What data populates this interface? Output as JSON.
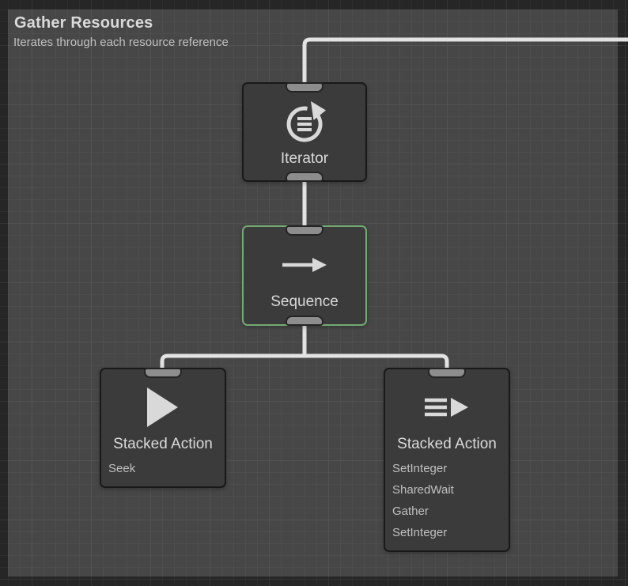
{
  "header": {
    "title": "Gather Resources",
    "subtitle": "Iterates through each resource reference"
  },
  "nodes": {
    "iterator": {
      "label": "Iterator",
      "icon": "loop-icon"
    },
    "sequence": {
      "label": "Sequence",
      "icon": "arrow-right-icon",
      "selected": true
    },
    "stacked_action_left": {
      "label": "Stacked Action",
      "icon": "play-icon",
      "items": [
        "Seek"
      ]
    },
    "stacked_action_right": {
      "label": "Stacked Action",
      "icon": "list-play-icon",
      "items": [
        "SetInteger",
        "SharedWait",
        "Gather",
        "SetInteger"
      ]
    }
  },
  "colors": {
    "canvas-bg": "#262626",
    "panel-bg": "#474747",
    "node-fill": "#3b3b3b",
    "node-border": "#191919",
    "accent-green": "#74aa74",
    "wire": "#e3e3e3",
    "pill-fill": "#8d8d8d",
    "icon": "#d9d9d9",
    "text-bright": "#dadada",
    "text-dim": "#c0c0c0"
  }
}
